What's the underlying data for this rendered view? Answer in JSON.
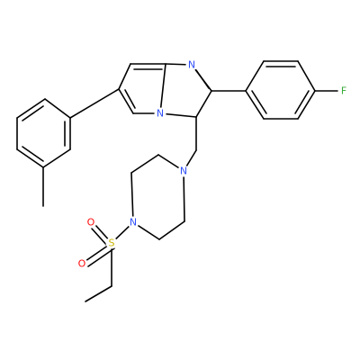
{
  "molecule": {
    "colors": {
      "carbon_bond": "#000000",
      "N": "#3050F8",
      "O": "#FF0D0D",
      "S": "#C8B400",
      "F": "#33AA33"
    },
    "atoms": [
      {
        "id": "N_bridge",
        "element": "N",
        "label": "N"
      },
      {
        "id": "N_imidazole",
        "element": "N",
        "label": "N"
      },
      {
        "id": "F",
        "element": "F",
        "label": "F"
      },
      {
        "id": "N_pip_upper",
        "element": "N",
        "label": "N"
      },
      {
        "id": "N_pip_lower",
        "element": "N",
        "label": "N"
      },
      {
        "id": "S",
        "element": "S",
        "label": "S"
      },
      {
        "id": "O_upper",
        "element": "O",
        "label": "O"
      },
      {
        "id": "O_lower",
        "element": "O",
        "label": "O"
      }
    ]
  }
}
